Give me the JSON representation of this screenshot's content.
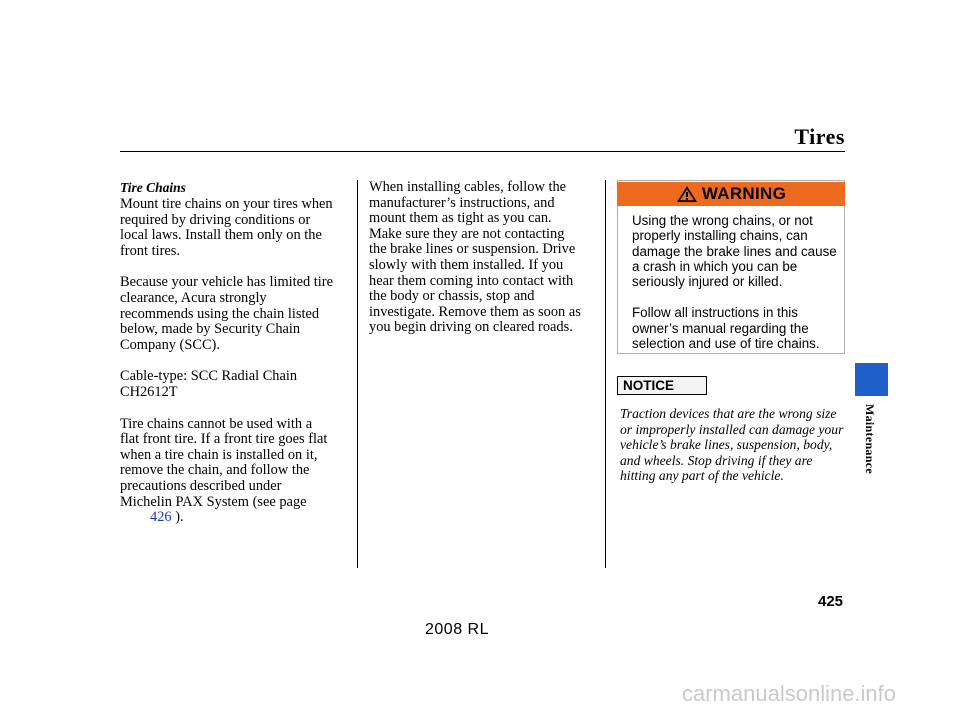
{
  "header": {
    "section_title": "Tires"
  },
  "column1": {
    "subheading": "Tire Chains",
    "paragraphs": [
      "Mount tire chains on your tires when\nrequired by driving conditions or\nlocal laws. Install them only on the\nfront tires.",
      "Because your vehicle has limited tire\nclearance, Acura strongly\nrecommends using the chain listed\nbelow, made by Security Chain\nCompany (SCC).",
      "Cable-type: SCC Radial Chain\nCH2612T"
    ],
    "last_paragraph_text": "Tire chains cannot be used with a\nflat front tire. If a front tire goes flat\nwhen a tire chain is installed on it,\nremove the chain, and follow the\nprecautions described under\nMichelin PAX System (see page\n",
    "page_ref": "426",
    "page_ref_suffix": " )."
  },
  "column2": {
    "paragraph": "When installing cables, follow the\nmanufacturer’s instructions, and\nmount them as tight as you can.\nMake sure they are not contacting\nthe brake lines or suspension. Drive\nslowly with them installed. If you\nhear them coming into contact with\nthe body or chassis, stop and\ninvestigate. Remove them as soon as\nyou begin driving on cleared roads."
  },
  "warning": {
    "title": "WARNING",
    "icon": "warning-triangle-icon",
    "header_color": "#ee6a1e",
    "paragraphs": [
      "Using the wrong chains, or not properly installing chains, can damage the brake lines and cause a crash in which you can be seriously injured or killed.",
      "Follow all instructions in this owner’s manual regarding the selection and use of tire chains."
    ]
  },
  "notice": {
    "label": "NOTICE",
    "text": "Traction devices that are the wrong size or improperly installed can damage your vehicle’s brake lines, suspension, body, and wheels. Stop driving if they are hitting any part of the vehicle."
  },
  "side_tab": {
    "label": "Maintenance",
    "color": "#1f5fc9"
  },
  "footer": {
    "page_number": "425",
    "model": "2008  RL",
    "watermark": "carmanualsonline.info"
  }
}
